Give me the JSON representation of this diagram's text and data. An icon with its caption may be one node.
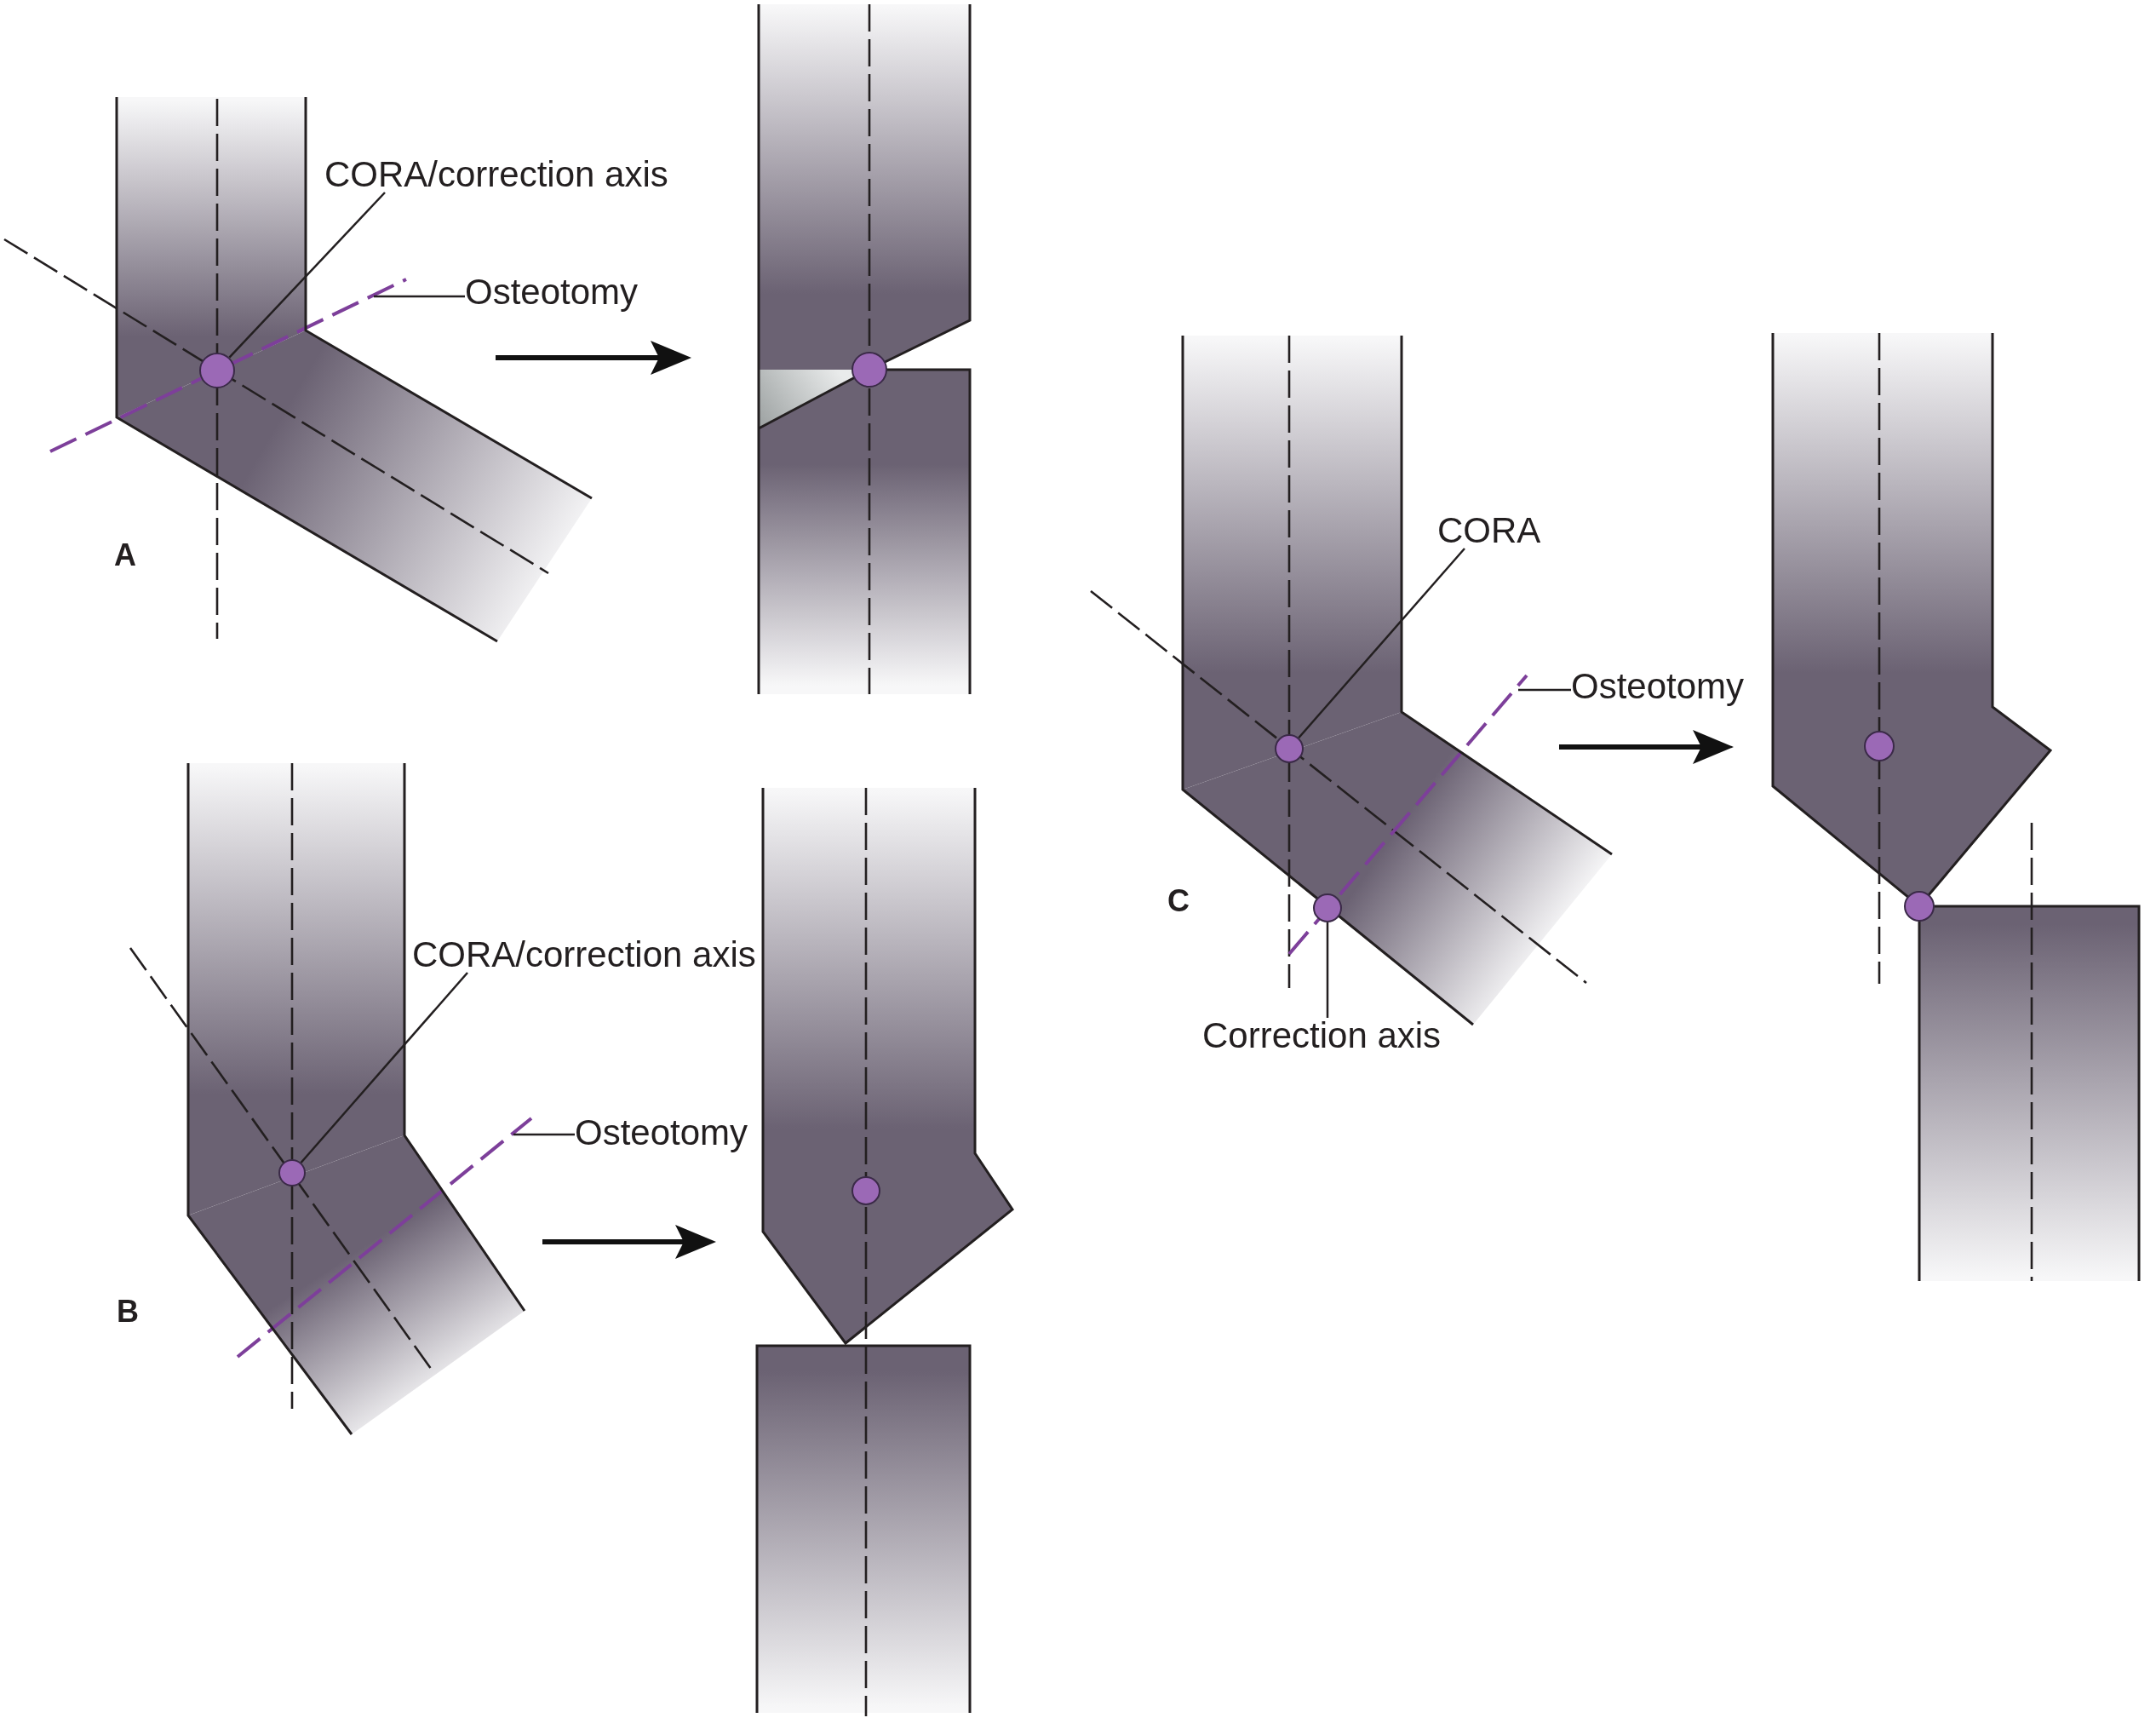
{
  "diagram": {
    "nodes": [
      {
        "text": [
          "CORA/correction axis"
        ]
      },
      {
        "text": [],
        "shape": "circle"
      },
      {
        "text": [
          "Osteotomy"
        ]
      },
      {
        "text": [
          "CORA/correction axis"
        ]
      },
      {
        "text": [],
        "shape": "circle"
      },
      {
        "text": [
          "Osteotomy"
        ]
      },
      {
        "text": [
          "CORA"
        ]
      },
      {
        "text": [],
        "shape": "circle"
      },
      {
        "text": [
          "Osteotomy"
        ]
      },
      {
        "text": [],
        "shape": "circle"
      },
      {
        "text": [
          "Correction axis"
        ]
      }
    ],
    "edges": [
      {
        "from": 0,
        "to": 1,
        "arrow": "none"
      },
      {
        "from": 2,
        "to": null,
        "arrow": "none"
      },
      {
        "from": 3,
        "to": 4,
        "arrow": "none"
      },
      {
        "from": 5,
        "to": null,
        "arrow": "none"
      },
      {
        "from": 6,
        "to": 7,
        "arrow": "none"
      },
      {
        "from": 8,
        "to": null,
        "arrow": "none"
      },
      {
        "from": 10,
        "to": 9,
        "arrow": "none"
      }
    ],
    "labels": [
      "A",
      "B",
      "C"
    ]
  }
}
